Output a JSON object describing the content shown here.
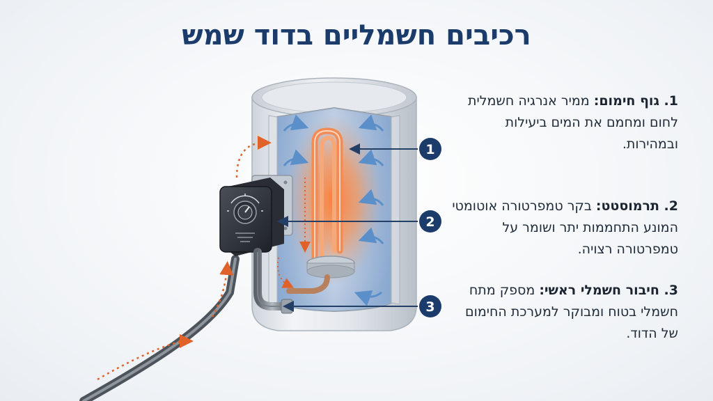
{
  "title": "רכיבים חשמליים בדוד שמש",
  "components": [
    {
      "number": "1",
      "heading": "1. גוף חימום:",
      "text": " ממיר אנרגיה חשמלית לחום ומחמם את המים ביעילות ובמהירות."
    },
    {
      "number": "2",
      "heading": "2. תרמוסטט:",
      "text": " בקר טמפרטורה אוטומטי המונע התחממות יתר ושומר על טמפרטורה רצויה."
    },
    {
      "number": "3",
      "heading": "3. חיבור חשמלי ראשי:",
      "text": " מספק מתח חשמלי בטוח ומבוקר למערכת החימום של הדוד."
    }
  ],
  "colors": {
    "title": "#1b3c6b",
    "badge": "#1b3c6b",
    "leader": "#243f66",
    "heat": "#ff8a3d",
    "water_flow": "#5b8fc9",
    "power_flow": "#e0622a"
  }
}
